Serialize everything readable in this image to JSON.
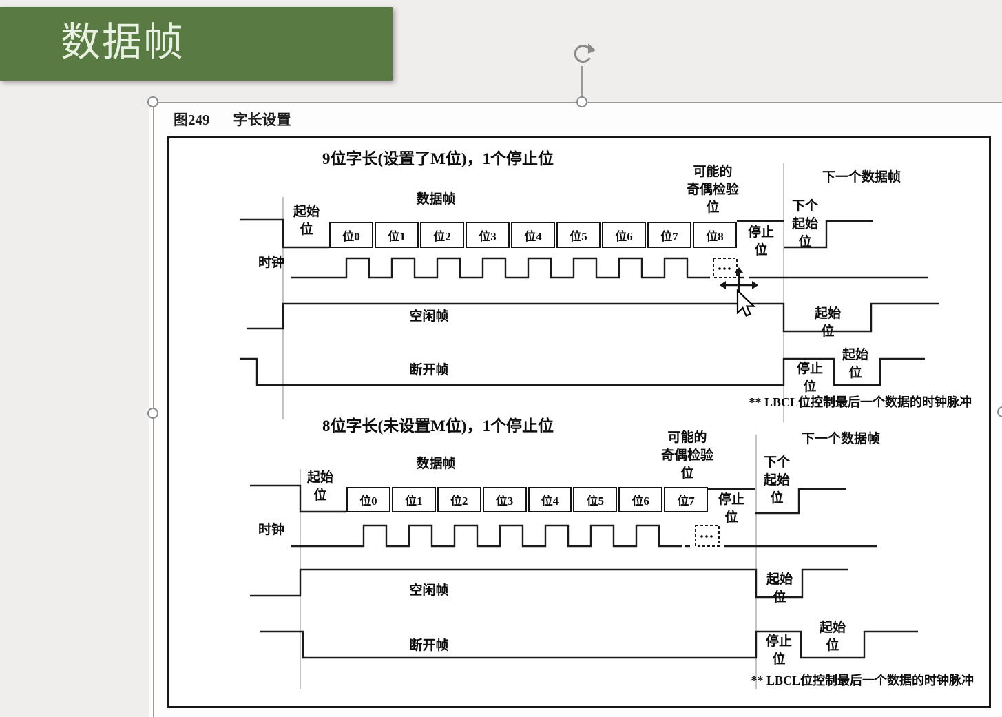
{
  "banner": {
    "title": "数据帧"
  },
  "caption": {
    "figure_no": "图249",
    "title": "字长设置"
  },
  "diagrams": [
    {
      "heading": "9位字长(设置了M位)，1个停止位",
      "data_frame_label": "数据帧",
      "parity_lines": [
        "可能的",
        "奇偶检验",
        "位"
      ],
      "next_frame_label": "下一个数据帧",
      "next_start_lines": [
        "下个",
        "起始",
        "位"
      ],
      "start_bit_lines": [
        "起始",
        "位"
      ],
      "bits": [
        "位0",
        "位1",
        "位2",
        "位3",
        "位4",
        "位5",
        "位6",
        "位7",
        "位8"
      ],
      "stop_bit_lines": [
        "停止",
        "位"
      ],
      "clock_label": "时钟",
      "clock_pulses_solid": 8,
      "clock_pulses_dashed": 1,
      "idle_label": "空闲帧",
      "idle_start_lines": [
        "起始",
        "位"
      ],
      "break_label": "断开帧",
      "break_stop_lines": [
        "停止",
        "位"
      ],
      "break_start_lines": [
        "起始",
        "位"
      ],
      "footnote": "** LBCL位控制最后一个数据的时钟脉冲"
    },
    {
      "heading": "8位字长(未设置M位)，1个停止位",
      "data_frame_label": "数据帧",
      "parity_lines": [
        "可能的",
        "奇偶检验",
        "位"
      ],
      "next_frame_label": "下一个数据帧",
      "next_start_lines": [
        "下个",
        "起始",
        "位"
      ],
      "start_bit_lines": [
        "起始",
        "位"
      ],
      "bits": [
        "位0",
        "位1",
        "位2",
        "位3",
        "位4",
        "位5",
        "位6",
        "位7"
      ],
      "stop_bit_lines": [
        "停止",
        "位"
      ],
      "clock_label": "时钟",
      "clock_pulses_solid": 7,
      "clock_pulses_dashed": 1,
      "idle_label": "空闲帧",
      "idle_start_lines": [
        "起始",
        "位"
      ],
      "break_label": "断开帧",
      "break_stop_lines": [
        "停止",
        "位"
      ],
      "break_start_lines": [
        "起始",
        "位"
      ],
      "footnote": "** LBCL位控制最后一个数据的时钟脉冲"
    }
  ],
  "colors": {
    "banner_bg": "#5a7a44",
    "banner_text": "#e9f2e2",
    "figure_line": "#1a1a1a",
    "selection": "#8d8d8d",
    "canvas_bg": "#efeeec",
    "paper": "#ffffff"
  }
}
